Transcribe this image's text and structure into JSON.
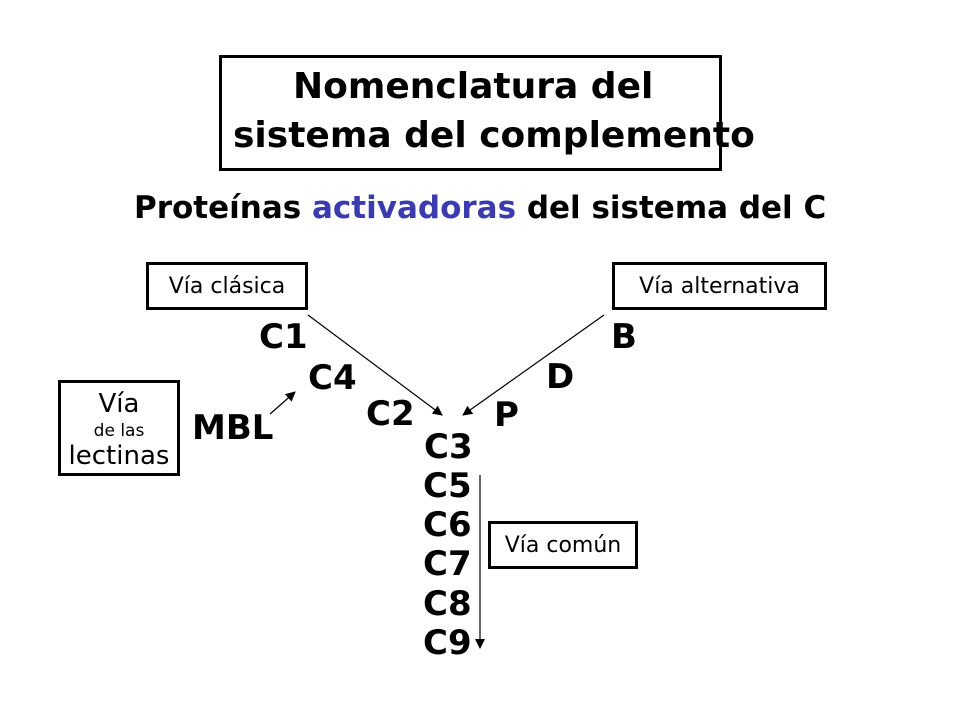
{
  "title": {
    "line1": "Nomenclatura del",
    "line2": "sistema del complemento"
  },
  "subtitle": {
    "part1": "Proteínas ",
    "highlight": "activadoras",
    "part2": " del sistema del C"
  },
  "highlight_color": "#3b3bb0",
  "pathways": {
    "clasica": "Vía clásica",
    "alternativa": "Vía alternativa",
    "lectinas": {
      "line1": "Vía",
      "line2": "de las",
      "line3": "lectinas"
    },
    "comun": "Vía común"
  },
  "components": {
    "c1": "C1",
    "c4": "C4",
    "c2": "C2",
    "mbl": "MBL",
    "b": "B",
    "d": "D",
    "p": "P",
    "c3": "C3",
    "c5": "C5",
    "c6": "C6",
    "c7": "C7",
    "c8": "C8",
    "c9": "C9"
  }
}
